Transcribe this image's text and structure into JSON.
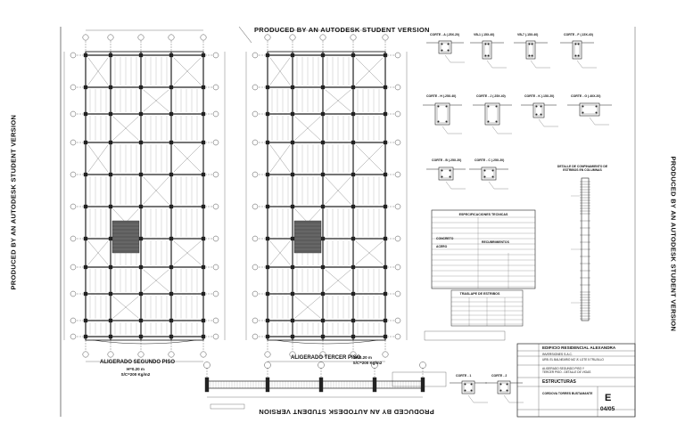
{
  "watermark": {
    "top": "PRODUCED BY AN AUTODESK STUDENT VERSION",
    "bottom": "PRODUCED BY AN AUTODESK STUDENT VERSION",
    "left": "PRODUCED BY AN AUTODESK STUDENT VERSION",
    "right": "PRODUCED BY AN AUTODESK STUDENT VERSION"
  },
  "plans": [
    {
      "title": "ALIGERADO SEGUNDO PISO",
      "sub1": "H=0.20 m",
      "sub2": "S/C=200 Kg/m2"
    },
    {
      "title": "ALIGERADO TERCER PISO",
      "sub1": "H=0.20 m",
      "sub2": "S/C=200 Kg/m2"
    }
  ],
  "sections": [
    "CORTE - A  (.25X.20)",
    "VB-1  (.15X.40)",
    "VB-7  (.15X.40)",
    "CORTE - F  (.15X.40)",
    "CORTE - H  (.25X.40)",
    "CORTE - J  (.25X.40)",
    "CORTE - K  (.15X.20)",
    "CORTE - G  (.40X.20)",
    "CORTE - B  (.25X.20)",
    "CORTE - C  (.25X.20)",
    "CORTE - 1",
    "CORTE - 2"
  ],
  "specs": {
    "title": "ESPECIFICACIONES TECNICAS",
    "rows": [
      "CONCRETO",
      "ACERO",
      "RECUBRIMIENTOS"
    ]
  },
  "traslapes": {
    "title": "TRASLAPE DE ESTRIBOS"
  },
  "stirrup_detail": {
    "title": "DETALLE DE CONFINAMIENTO DE ESTRIBOS EN COLUMNAS"
  },
  "title_block": {
    "project": "EDIFICIO RESIDENCIAL ALEXANDRA",
    "owner": "INVERSIONES S.A.C.",
    "location": "URB. EL BALNEARIO MZ 'A' LOTE 5 TRUJILLO",
    "content": "ALIGERADO SEGUNDO PISO Y TERCER PISO - DETALLE DE VIGAS",
    "specialty": "ESTRUCTURAS",
    "designer": "CORDOVA TORRES BUSTAMANTE",
    "sheet_letter": "E",
    "sheet_number": "04/05"
  }
}
